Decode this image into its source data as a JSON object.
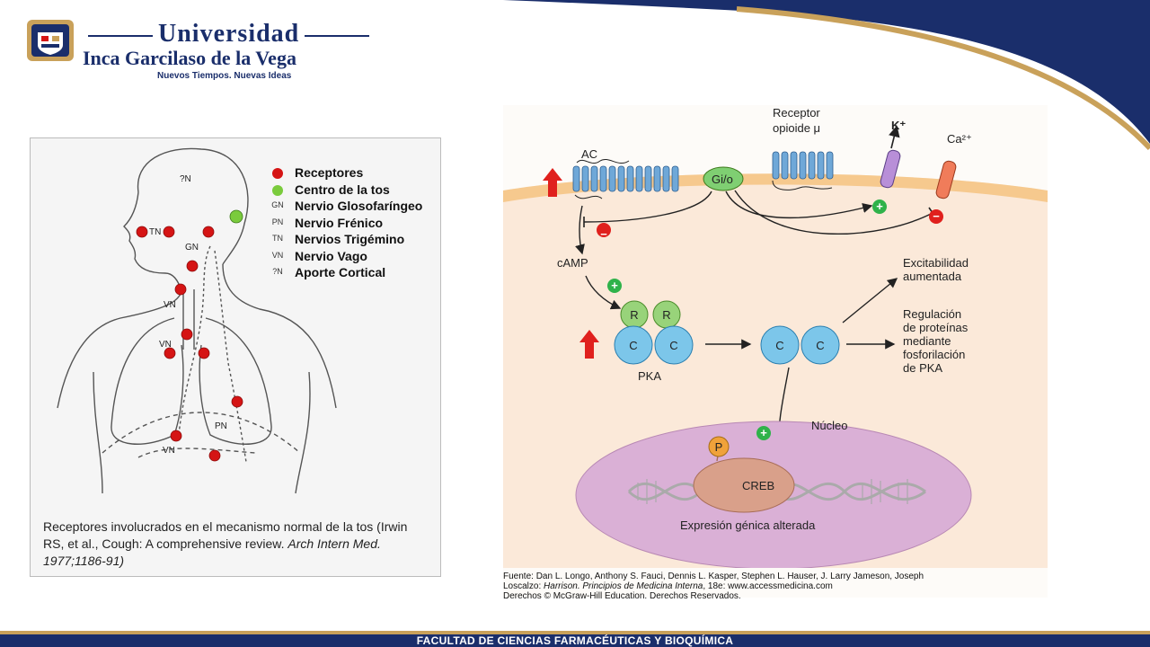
{
  "header": {
    "university_line1": "Universidad",
    "university_line2": "Inca Garcilaso de la Vega",
    "tagline": "Nuevos Tiempos. Nuevas Ideas"
  },
  "left_figure": {
    "legend": [
      {
        "mark": "",
        "label": "Receptores",
        "color": "#d51414"
      },
      {
        "mark": "",
        "label": "Centro de la tos",
        "color": "#7acb3c"
      },
      {
        "mark": "GN",
        "label": "Nervio Glosofaríngeo"
      },
      {
        "mark": "PN",
        "label": "Nervio Frénico"
      },
      {
        "mark": "TN",
        "label": "Nervios Trigémino"
      },
      {
        "mark": "VN",
        "label": "Nervio Vago"
      },
      {
        "mark": "?N",
        "label": "Aporte Cortical"
      }
    ],
    "body_labels": {
      "cortical": "?N",
      "trigeminal": "TN",
      "glossopharyngeal": "GN",
      "vagus": "VN",
      "phrenic": "PN"
    },
    "caption_part1": "Receptores involucrados en el mecanismo normal  de la tos (Irwin RS, et al., Cough: A comprehensive review. ",
    "caption_part2": "Arch Intern Med. 1977;1186-91)"
  },
  "right_figure": {
    "ac": "AC",
    "gio": "Gi/o",
    "receptor": "Receptor",
    "opioid": "opioide μ",
    "k": "K⁺",
    "ca": "Ca²⁺",
    "camp": "cAMP",
    "r": "R",
    "c": "C",
    "pka": "PKA",
    "excitability_line1": "Excitabilidad",
    "excitability_line2": "aumentada",
    "regulation_lines": [
      "Regulación",
      "de proteínas",
      "mediante",
      "fosforilación",
      "de PKA"
    ],
    "nucleus": "Núcleo",
    "p": "P",
    "creb": "CREB",
    "gene_expression": "Expresión génica alterada",
    "plus": "+",
    "minus": "−",
    "source_line1": "Fuente: Dan L. Longo, Anthony S. Fauci, Dennis L. Kasper, Stephen L. Hauser, J. Larry Jameson, Joseph",
    "source_line2a": "Loscalzo: ",
    "source_line2b": "Harrison. Principios de Medicina Interna",
    "source_line2c": ", 18e: www.accessmedicina.com",
    "source_line3": "Derechos © McGraw-Hill Education. Derechos Reservados."
  },
  "footer": {
    "text": "FACULTAD DE CIENCIAS FARMACÉUTICAS Y BIOQUÍMICA"
  },
  "colors": {
    "navy": "#1a2e6b",
    "gold": "#c9a15a",
    "receptor_red": "#d51414",
    "cough_center_green": "#7acb3c",
    "pka_blue": "#7cc6ea",
    "nucleus_pink": "#dab0d6"
  }
}
